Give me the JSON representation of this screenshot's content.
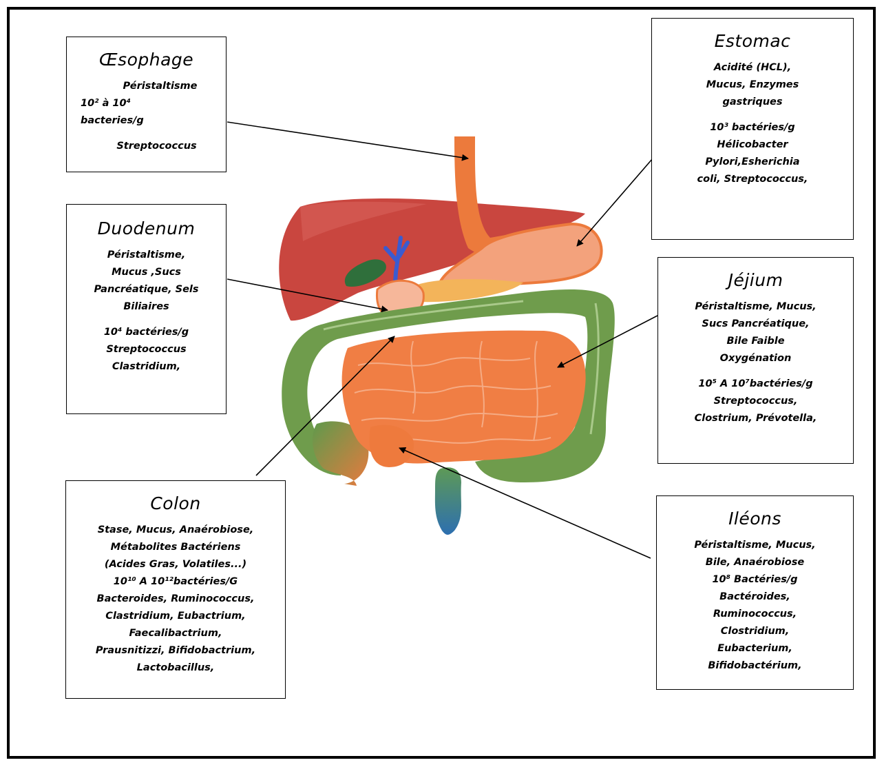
{
  "title": "",
  "colors": {
    "liver": "#c9463f",
    "stomach": "#f3a27c",
    "esophagus": "#ec7a3c",
    "small_intestine": "#f07e44",
    "colon": "#6f9c4c",
    "rectum": "#2f7fa8",
    "gallbladder": "#2f6f3b",
    "bile_duct": "#3a5bd0",
    "pancreas": "#f3b45a"
  },
  "boxes": {
    "oesophage": {
      "title": "Œsophage",
      "lines": [
        "Péristaltisme",
        "10² à 10⁴",
        "bacteries/g",
        "Streptococcus"
      ]
    },
    "estomac": {
      "title": "Estomac",
      "lines": [
        "Acidité (HCL),",
        "Mucus,  Enzymes",
        "gastriques",
        "",
        "10³ bactéries/g",
        "Hélicobacter",
        "Pylori,Esherichia",
        "coli,  Streptococcus,"
      ]
    },
    "duodenum": {
      "title": "Duodenum",
      "lines": [
        "Péristaltisme,",
        "Mucus ,Sucs",
        "Pancréatique,  Sels",
        "Biliaires",
        "",
        "10⁴ bactéries/g",
        "Streptococcus",
        "Clastridium,"
      ]
    },
    "jejunum": {
      "title": "Jéjium",
      "lines": [
        "Péristaltisme, Mucus,",
        "Sucs Pancréatique,",
        "Bile Faible",
        "Oxygénation",
        "",
        "10⁵ A 10⁷bactéries/g",
        "Streptococcus,",
        "Clostrium,  Prévotella,"
      ]
    },
    "colon": {
      "title": "Colon",
      "lines": [
        "Stase,  Mucus,  Anaérobiose,",
        "Métabolites  Bactériens",
        "(Acides Gras,  Volatiles...)",
        "10¹⁰  A  10¹²bactéries/G",
        "Bacteroides,  Ruminococcus,",
        "Clastridium,  Eubactrium,",
        "Faecalibactrium,",
        "Prausnitizzi,  Bifidobactrium,",
        "Lactobacillus,"
      ]
    },
    "ileons": {
      "title": "Iléons",
      "lines": [
        "Péristaltisme, Mucus,",
        "Bile,  Anaérobiose",
        "10⁸ Bactéries/g",
        "Bactéroides,",
        "Ruminococcus,",
        "Clostridium,",
        "Eubacterium,",
        "Bifidobactérium,"
      ]
    }
  }
}
